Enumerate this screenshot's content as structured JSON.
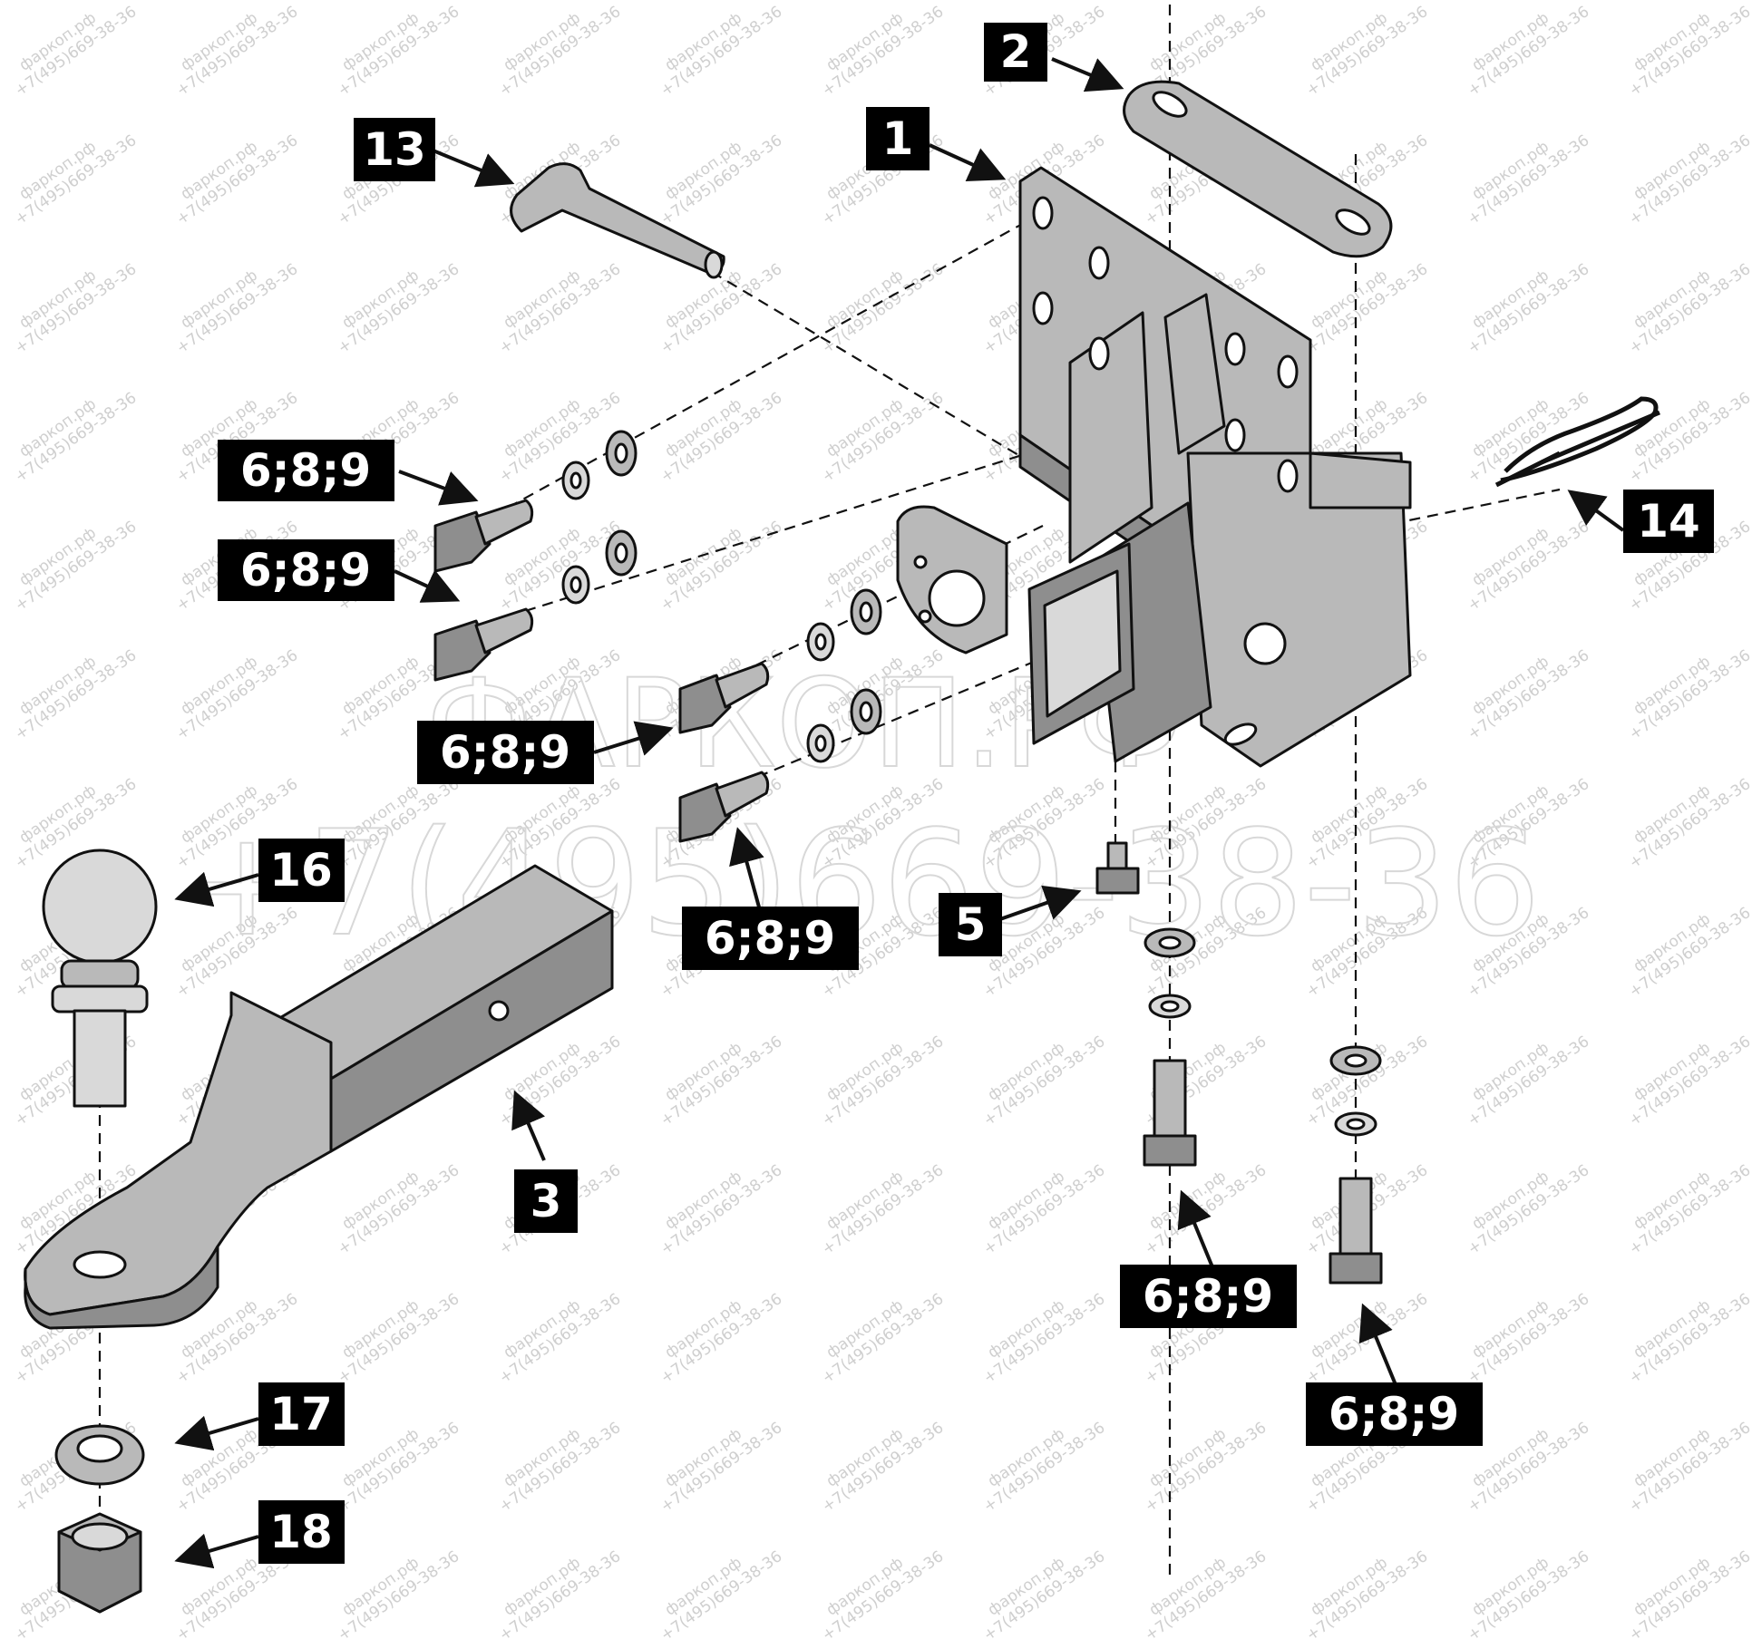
{
  "labels": {
    "p1": "1",
    "p2": "2",
    "p3": "3",
    "p5": "5",
    "p13": "13",
    "p14": "14",
    "p16": "16",
    "p17": "17",
    "p18": "18",
    "bolt_set": "6;8;9"
  },
  "watermark": {
    "site": "фаркоп.рф",
    "phone": "+7(495)669-38-36",
    "site_big": "ФАРКОП.РФ",
    "phone_big": "+7(495)669-38-36"
  },
  "colors": {
    "part_fill": "#b9b9b9",
    "outline": "#111111",
    "label_bg": "#000000",
    "label_fg": "#ffffff"
  }
}
